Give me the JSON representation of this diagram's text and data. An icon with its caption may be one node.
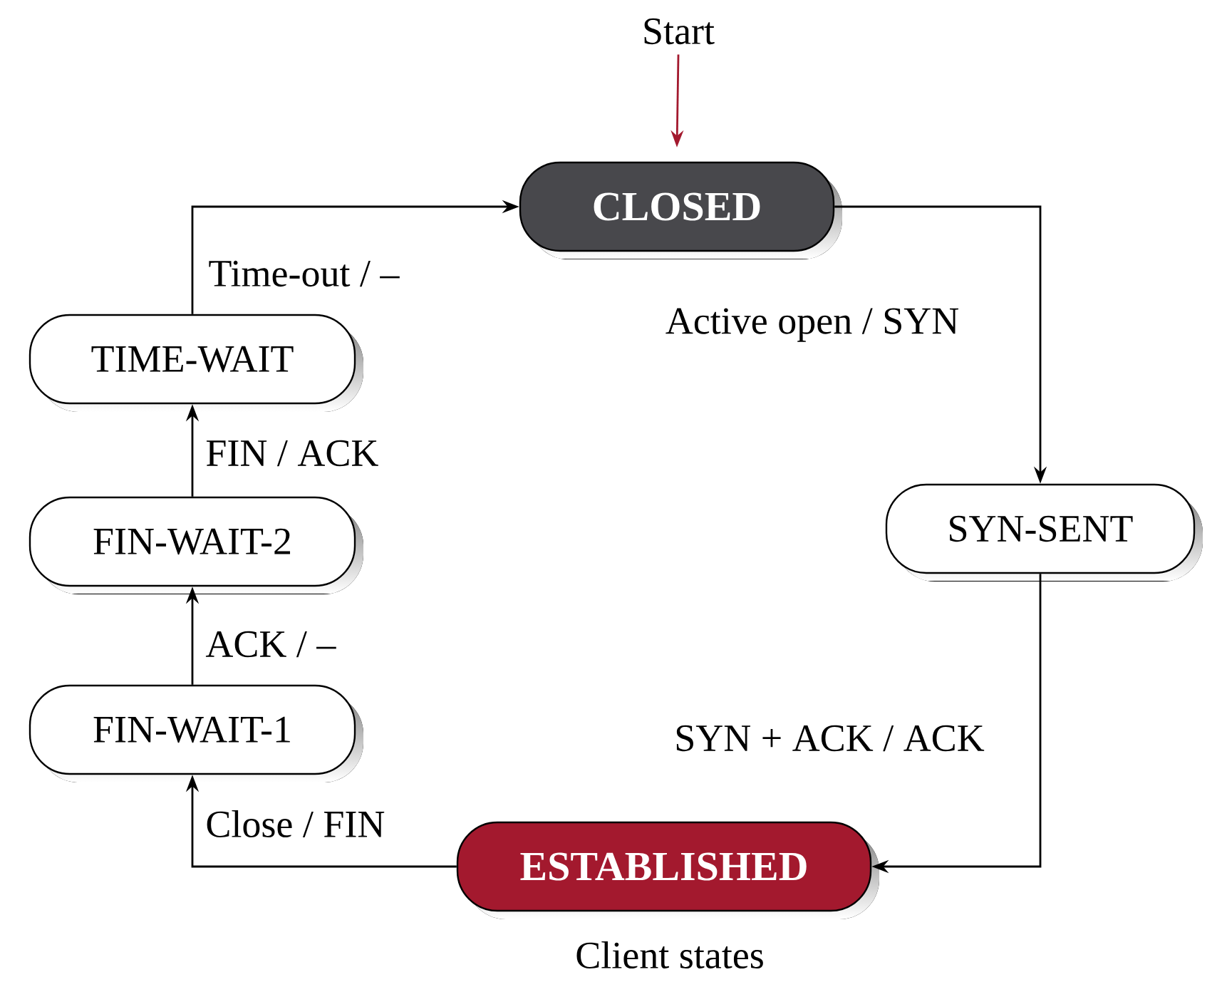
{
  "diagram": {
    "caption": "Client states",
    "nodes": [
      {
        "text": [
          "Start"
        ]
      },
      {
        "text": [
          "CLOSED"
        ]
      },
      {
        "text": [
          "SYN-SENT"
        ]
      },
      {
        "text": [
          "ESTABLISHED"
        ]
      },
      {
        "text": [
          "FIN-WAIT-1"
        ]
      },
      {
        "text": [
          "FIN-WAIT-2"
        ]
      },
      {
        "text": [
          "TIME-WAIT"
        ]
      }
    ],
    "edges": [
      {
        "from": 0,
        "to": 1,
        "arrow": "to",
        "color": "#a3192e"
      },
      {
        "from": 1,
        "to": 2,
        "arrow": "to",
        "label": "Active open / SYN"
      },
      {
        "from": 2,
        "to": 3,
        "arrow": "to",
        "label": "SYN + ACK / ACK"
      },
      {
        "from": 3,
        "to": 4,
        "arrow": "to",
        "label": "Close / FIN"
      },
      {
        "from": 4,
        "to": 5,
        "arrow": "to",
        "label": "ACK / –"
      },
      {
        "from": 5,
        "to": 6,
        "arrow": "to",
        "label": "FIN / ACK"
      },
      {
        "from": 6,
        "to": 1,
        "arrow": "to",
        "label": "Time-out / –"
      }
    ]
  }
}
